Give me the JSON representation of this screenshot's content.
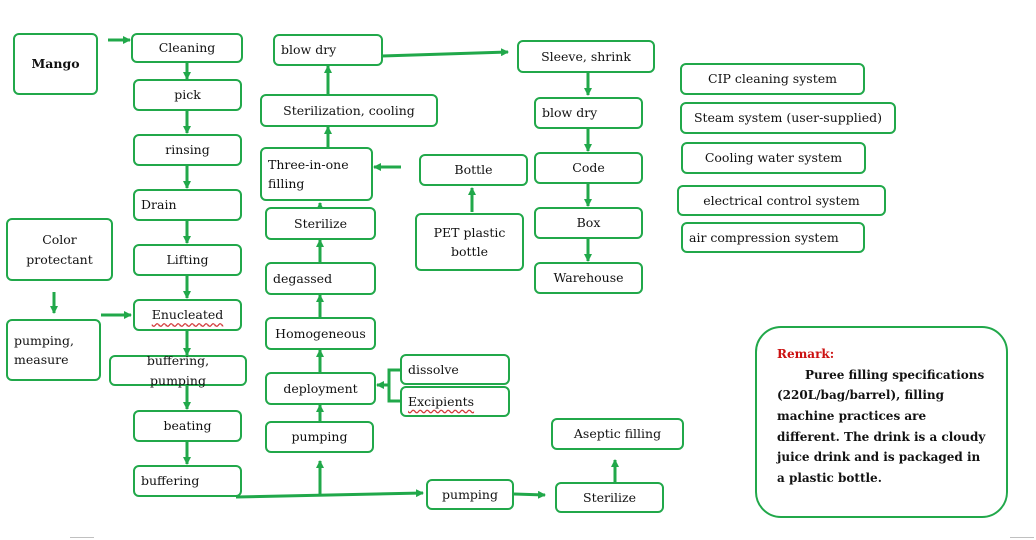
{
  "nodes": {
    "mango": "Mango",
    "cleaning": "Cleaning",
    "pick": "pick",
    "rinsing": "rinsing",
    "drain": "Drain",
    "lifting": "Lifting",
    "enucleated": "Enucleated",
    "buffering_pumping": "buffering, pumping",
    "beating": "beating",
    "buffering": "buffering",
    "color_protectant": "Color\nprotectant",
    "pumping_measure": "pumping,\nmeasure",
    "blow_dry_1": "blow dry",
    "sterilization_cooling": "Sterilization, cooling",
    "three_in_one": "Three-in-one\nfilling",
    "sterilize_1": "Sterilize",
    "degassed": "degassed",
    "homogeneous": "Homogeneous",
    "deployment": "deployment",
    "pumping_1": "pumping",
    "dissolve": "dissolve",
    "excipients": "Excipients",
    "bottle": "Bottle",
    "pet_bottle": "PET plastic\nbottle",
    "sleeve_shrink": "Sleeve, shrink",
    "blow_dry_2": "blow dry",
    "code": "Code",
    "box": "Box",
    "warehouse": "Warehouse",
    "pumping_2": "pumping",
    "sterilize_2": "Sterilize",
    "aseptic_filling": "Aseptic filling"
  },
  "systems": [
    "CIP cleaning system",
    "Steam system (user-supplied)",
    "Cooling water system",
    "electrical control system",
    "air compression system"
  ],
  "remark": {
    "title": "Remark:",
    "body": "Puree filling specifications\n(220L/bag/barrel), filling machine practices are different. The drink is a cloudy juice drink and is packaged in a plastic bottle."
  },
  "colors": {
    "accent": "#21a84a",
    "remark_title": "#cc1010"
  }
}
